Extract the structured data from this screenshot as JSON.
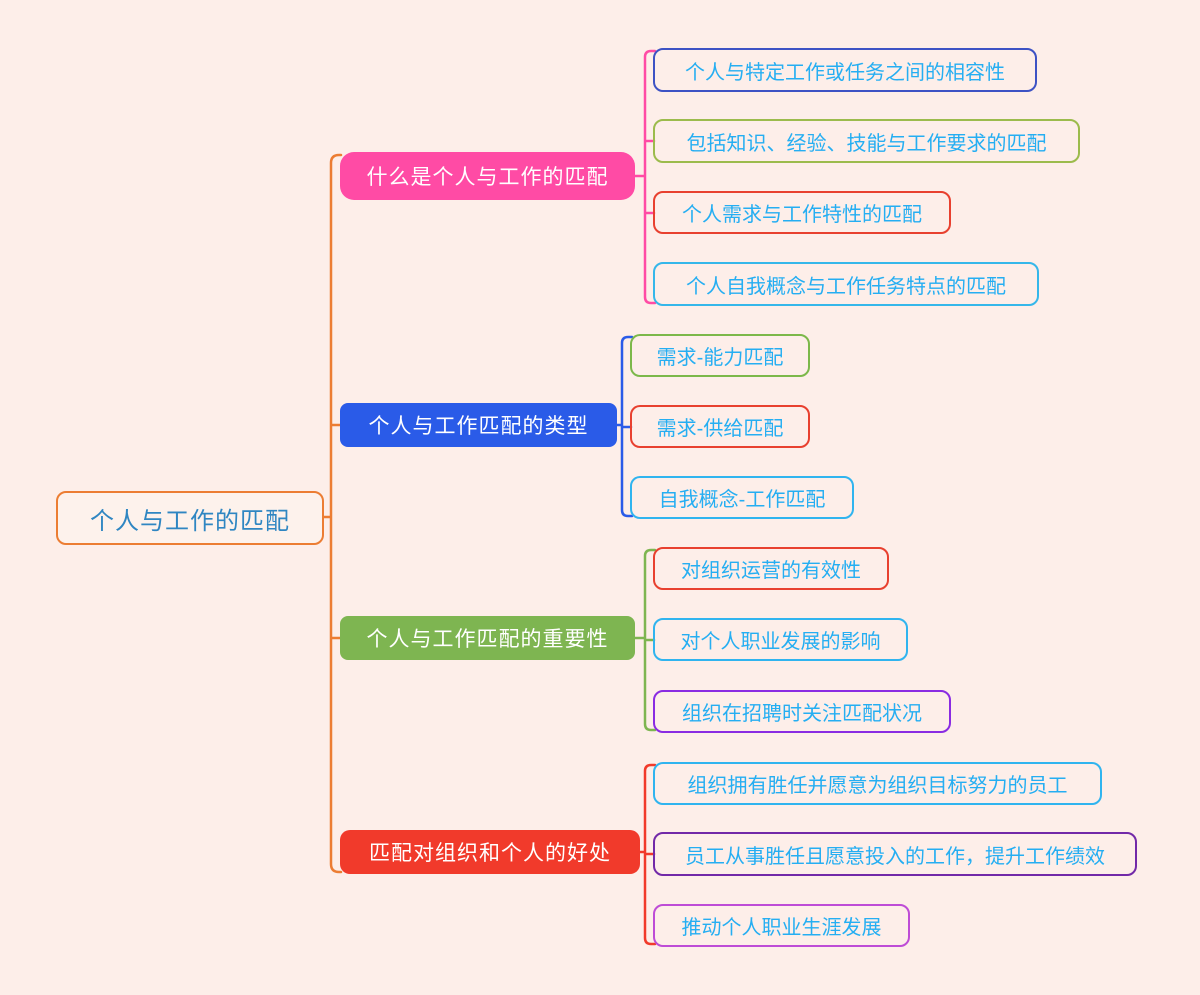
{
  "colors": {
    "background": "#FDEEE9",
    "trunk": "#EC7D33",
    "root_border": "#EC7D33",
    "root_fill": "#FDF2EC",
    "root_text": "#2F86C2",
    "branch_text": "#FFFFFF",
    "child_text": "#25AEF2"
  },
  "root": {
    "label": "个人与工作的匹配"
  },
  "branches": [
    {
      "label": "什么是个人与工作的匹配",
      "color": "#FF4BA5",
      "children": [
        {
          "label": "个人与特定工作或任务之间的相容性",
          "border_color": "#3D52C4"
        },
        {
          "label": "包括知识、经验、技能与工作要求的匹配",
          "border_color": "#9CBB4C"
        },
        {
          "label": "个人需求与工作特性的匹配",
          "border_color": "#E8402F"
        },
        {
          "label": "个人自我概念与工作任务特点的匹配",
          "border_color": "#35B7EA"
        }
      ]
    },
    {
      "label": "个人与工作匹配的类型",
      "color": "#2A5BE8",
      "children": [
        {
          "label": "需求-能力匹配",
          "border_color": "#7CB84A"
        },
        {
          "label": "需求-供给匹配",
          "border_color": "#E8402F"
        },
        {
          "label": "自我概念-工作匹配",
          "border_color": "#30B4EF"
        }
      ]
    },
    {
      "label": "个人与工作匹配的重要性",
      "color": "#7EB551",
      "children": [
        {
          "label": "对组织运营的有效性",
          "border_color": "#E8402F"
        },
        {
          "label": "对个人职业发展的影响",
          "border_color": "#30B4EF"
        },
        {
          "label": "组织在招聘时关注匹配状况",
          "border_color": "#8A2BE2"
        }
      ]
    },
    {
      "label": "匹配对组织和个人的好处",
      "color": "#F13A2B",
      "children": [
        {
          "label": "组织拥有胜任并愿意为组织目标努力的员工",
          "border_color": "#30B4EF"
        },
        {
          "label": "员工从事胜任且愿意投入的工作，提升工作绩效",
          "border_color": "#7229A8"
        },
        {
          "label": "推动个人职业生涯发展",
          "border_color": "#BE4CD6"
        }
      ]
    }
  ]
}
